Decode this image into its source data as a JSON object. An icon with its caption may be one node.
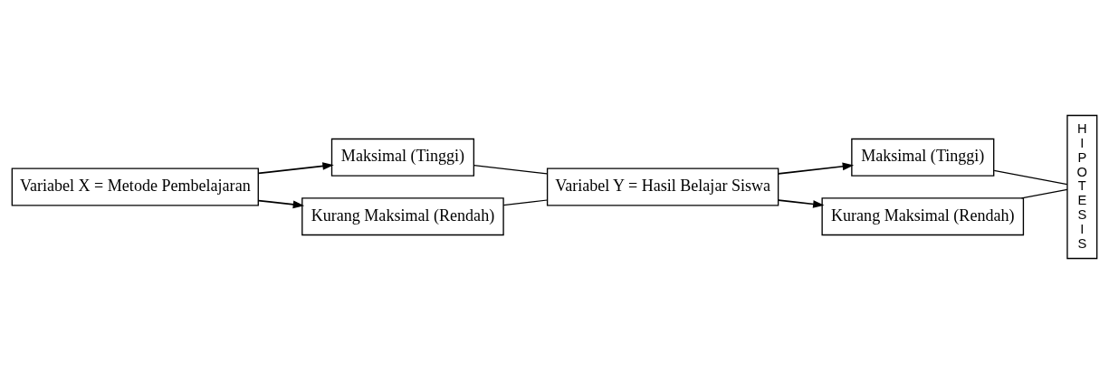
{
  "diagram": {
    "nodes": [
      {
        "text": [
          "Variabel X = Metode Pembelajaran"
        ]
      },
      {
        "text": [
          "Maksimal (Tinggi)"
        ]
      },
      {
        "text": [
          "Kurang Maksimal (Rendah)"
        ]
      },
      {
        "text": [
          "Variabel Y = Hasil Belajar Siswa"
        ]
      },
      {
        "text": [
          "Maksimal (Tinggi)"
        ]
      },
      {
        "text": [
          "Kurang Maksimal (Rendah)"
        ]
      },
      {
        "text": [
          "HIPOTESIS"
        ]
      }
    ],
    "edges": [
      {
        "from": 0,
        "to": 1,
        "arrow": "to"
      },
      {
        "from": 0,
        "to": 2,
        "arrow": "to"
      },
      {
        "from": 1,
        "to": 3,
        "arrow": "none"
      },
      {
        "from": 2,
        "to": 3,
        "arrow": "none"
      },
      {
        "from": 3,
        "to": 4,
        "arrow": "to"
      },
      {
        "from": 3,
        "to": 5,
        "arrow": "to"
      },
      {
        "from": 4,
        "to": 6,
        "arrow": "none"
      },
      {
        "from": 5,
        "to": 6,
        "arrow": "none"
      }
    ]
  }
}
